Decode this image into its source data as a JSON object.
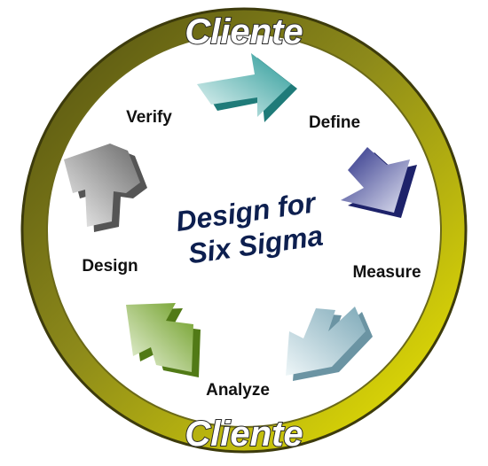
{
  "ring": {
    "top_label": "Cliente",
    "bottom_label": "Cliente"
  },
  "center": {
    "title_line1": "Design for",
    "title_line2": "Six Sigma"
  },
  "steps": [
    {
      "label": "Define"
    },
    {
      "label": "Measure"
    },
    {
      "label": "Analyze"
    },
    {
      "label": "Design"
    },
    {
      "label": "Verify"
    }
  ],
  "colors": {
    "ring_dark": "#5c5a14",
    "ring_light": "#e8e200",
    "center_text": "#0d1f4f",
    "label_text": "#111111",
    "arrow_define": "#2a9a98",
    "arrow_measure": "#2a2f86",
    "arrow_analyze": "#8fb7c4",
    "arrow_design": "#7dae2f",
    "arrow_verify": "#8a8a8a"
  }
}
